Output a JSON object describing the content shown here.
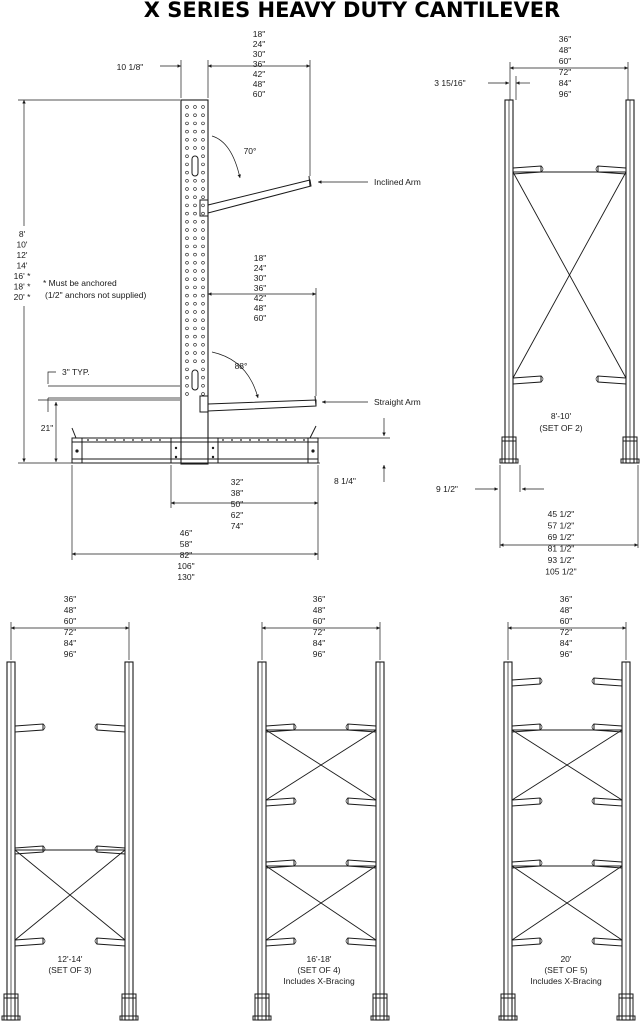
{
  "title": "X SERIES HEAVY DUTY CANTILEVER",
  "side_view": {
    "arm_lengths_top": [
      "18\"",
      "24\"",
      "30\"",
      "36\"",
      "42\"",
      "48\"",
      "60\""
    ],
    "arm_lengths_mid": [
      "18\"",
      "24\"",
      "30\"",
      "36\"",
      "42\"",
      "48\"",
      "60\""
    ],
    "column_width": "10 1/8\"",
    "heights": [
      "8'",
      "10'",
      "12'",
      "14'",
      "16' *",
      "18' *",
      "20' *"
    ],
    "anchor_note_1": "* Must be anchored",
    "anchor_note_2": "(1/2\" anchors not supplied)",
    "angle_inclined": "70°",
    "angle_straight": "88°",
    "inclined_arm": "Inclined Arm",
    "straight_arm": "Straight Arm",
    "hole_spacing": "3\" TYP.",
    "base_height": "21\"",
    "base_thickness": "8 1/4\"",
    "base_lengths_inner": [
      "32\"",
      "38\"",
      "50\"",
      "62\"",
      "74\""
    ],
    "base_lengths_outer": [
      "46\"",
      "58\"",
      "82\"",
      "106\"",
      "130\""
    ]
  },
  "front_view_1": {
    "widths": [
      "36\"",
      "48\"",
      "60\"",
      "72\"",
      "84\"",
      "96\""
    ],
    "column_depth": "3 15/16\"",
    "label_1": "8'-10'",
    "label_2": "(SET OF 2)",
    "foot_width": "9 1/2\"",
    "overall_widths": [
      "45 1/2\"",
      "57 1/2\"",
      "69 1/2\"",
      "81 1/2\"",
      "93 1/2\"",
      "105 1/2\""
    ]
  },
  "bottom_views": [
    {
      "widths": [
        "36\"",
        "48\"",
        "60\"",
        "72\"",
        "84\"",
        "96\""
      ],
      "label_1": "12'-14'",
      "label_2": "(SET OF 3)",
      "label_3": ""
    },
    {
      "widths": [
        "36\"",
        "48\"",
        "60\"",
        "72\"",
        "84\"",
        "96\""
      ],
      "label_1": "16'-18'",
      "label_2": "(SET OF 4)",
      "label_3": "Includes X-Bracing"
    },
    {
      "widths": [
        "36\"",
        "48\"",
        "60\"",
        "72\"",
        "84\"",
        "96\""
      ],
      "label_1": "20'",
      "label_2": "(SET OF 5)",
      "label_3": "Includes X-Bracing"
    }
  ]
}
